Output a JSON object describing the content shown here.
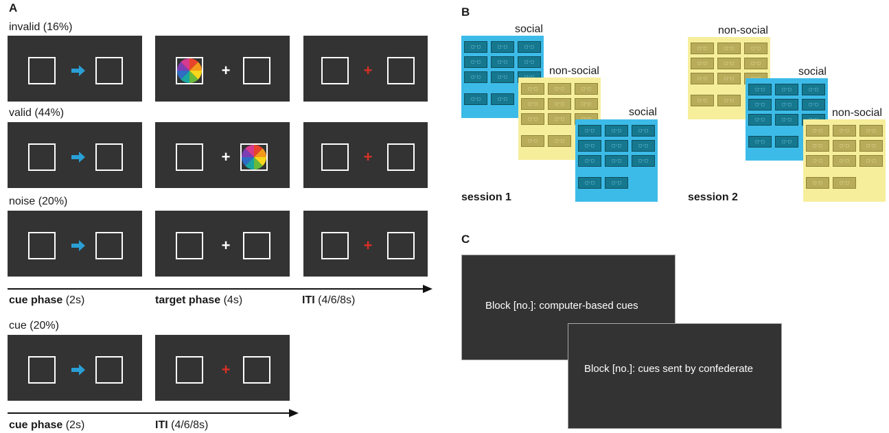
{
  "panels": {
    "a": "A",
    "b": "B",
    "c": "C"
  },
  "panel_a": {
    "rows": [
      {
        "label": "invalid (16%)"
      },
      {
        "label": "valid (44%)"
      },
      {
        "label": "noise (20%)"
      },
      {
        "label": "cue (20%)"
      }
    ],
    "timeline1": [
      {
        "bold": "cue phase",
        "rest": " (2s)"
      },
      {
        "bold": "target phase",
        "rest": " (4s)"
      },
      {
        "bold": "ITI",
        "rest": " (4/6/8s)"
      }
    ],
    "timeline2": [
      {
        "bold": "cue phase",
        "rest": " (2s)"
      },
      {
        "bold": "ITI",
        "rest": " (4/6/8s)"
      }
    ]
  },
  "panel_b": {
    "session1": {
      "label": "session 1",
      "sheets": [
        {
          "label": "social",
          "color": "#3cbbe8"
        },
        {
          "label": "non-social",
          "color": "#f7ee9c"
        },
        {
          "label": "social",
          "color": "#3cbbe8"
        }
      ]
    },
    "session2": {
      "label": "session 2",
      "sheets": [
        {
          "label": "non-social",
          "color": "#f7ee9c"
        },
        {
          "label": "social",
          "color": "#3cbbe8"
        },
        {
          "label": "non-social",
          "color": "#f7ee9c"
        }
      ]
    }
  },
  "panel_c": {
    "screen1": "Block [no.]: computer-based cues",
    "screen2": "Block [no.]: cues sent by confederate"
  },
  "colors": {
    "screen": "#333333",
    "cue_arrow": "#2a9fd6",
    "iti_plus": "#d93025",
    "social_sheet": "#3cbbe8",
    "nonsocial_sheet": "#f7ee9c"
  },
  "icons": [
    "arrow-right-icon",
    "fixation-cross-icon",
    "color-wheel-icon"
  ]
}
